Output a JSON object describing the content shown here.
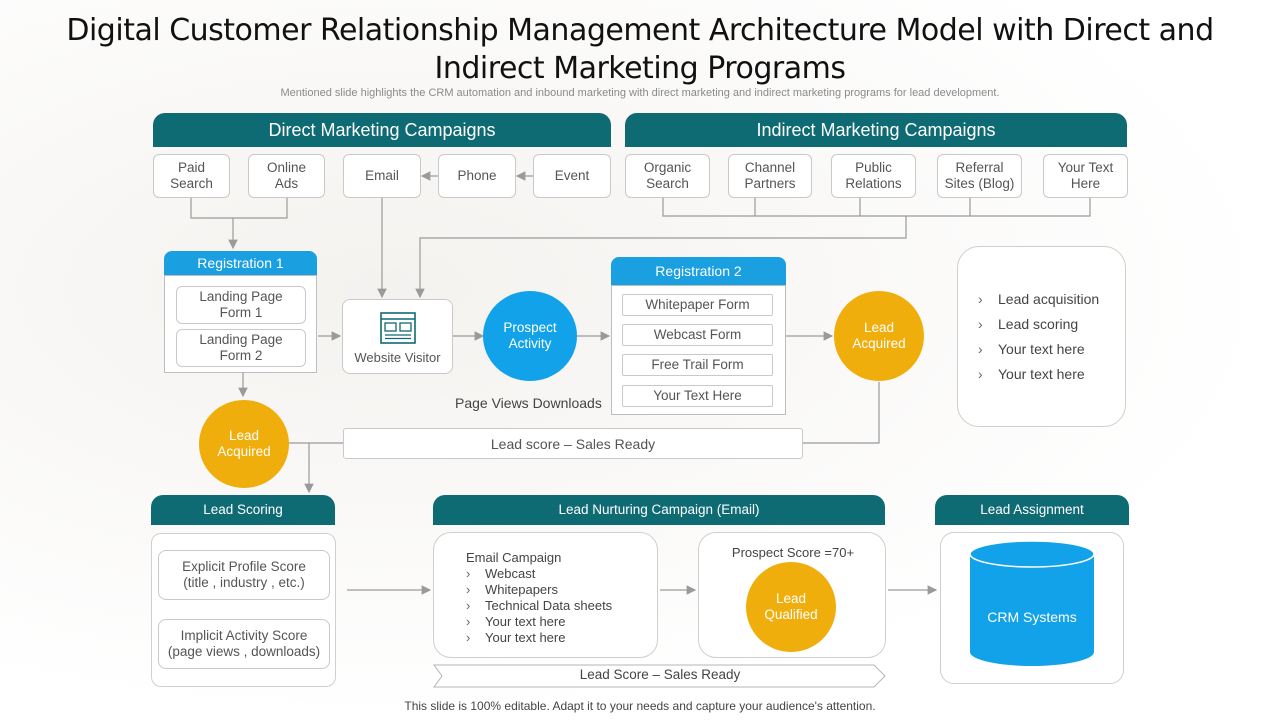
{
  "title": "Digital Customer Relationship Management Architecture Model with Direct and Indirect Marketing Programs",
  "subtitle": "Mentioned slide highlights the CRM automation and inbound marketing with direct marketing and indirect marketing programs for lead development.",
  "footer": "This slide is 100% editable. Adapt it to your needs and capture your audience's attention.",
  "colors": {
    "header_teal": "#0e6a73",
    "circle_blue": "#12a2ea",
    "circle_gold": "#f0ae0d",
    "cylinder_blue": "#12a2ea"
  },
  "direct": {
    "header": "Direct Marketing Campaigns",
    "channels": [
      "Paid\nSearch",
      "Online\nAds",
      "Email",
      "Phone",
      "Event"
    ]
  },
  "indirect": {
    "header": "Indirect Marketing Campaigns",
    "channels": [
      "Organic\nSearch",
      "Channel\nPartners",
      "Public\nRelations",
      "Referral\nSites (Blog)",
      "Your Text\nHere"
    ]
  },
  "registration1": {
    "header": "Registration 1",
    "forms": [
      "Landing Page\nForm 1",
      "Landing Page\nForm 2"
    ]
  },
  "website_visitor": {
    "label": "Website Visitor",
    "icon": "browser-window-icon"
  },
  "prospect_activity": "Prospect\nActivity",
  "page_views_downloads": "Page Views Downloads",
  "registration2": {
    "header": "Registration 2",
    "forms": [
      "Whitepaper Form",
      "Webcast Form",
      "Free Trail Form",
      "Your Text Here"
    ]
  },
  "lead_acquired_right": "Lead\nAcquired",
  "lead_acquired_left": "Lead\nAcquired",
  "lead_score_sales_ready_top": "Lead score – Sales Ready",
  "right_list": [
    "Lead acquisition",
    "Lead scoring",
    "Your text here",
    "Your text here"
  ],
  "lead_scoring": {
    "header": "Lead Scoring",
    "explicit": "Explicit Profile Score\n(title , industry , etc.)",
    "implicit": "Implicit Activity Score\n(page views  , downloads)"
  },
  "lead_nurturing": {
    "header": "Lead Nurturing Campaign (Email)",
    "email_campaign_title": "Email Campaign",
    "items": [
      "Webcast",
      "Whitepapers",
      "Technical Data sheets",
      "Your text here",
      "Your text here"
    ],
    "prospect_score": "Prospect Score =70+",
    "lead_qualified": "Lead\nQualified",
    "sales_ready_arrow": "Lead Score – Sales Ready"
  },
  "lead_assignment": {
    "header": "Lead Assignment",
    "crm": "CRM Systems"
  }
}
